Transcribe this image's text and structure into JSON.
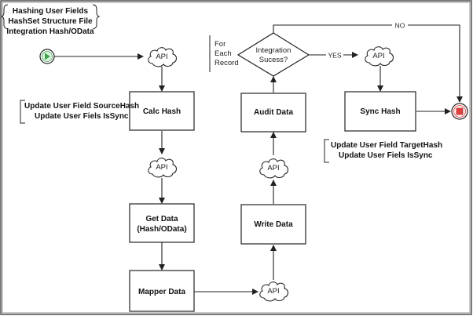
{
  "diagram": {
    "title_lines": [
      "Hashing User Fields",
      "HashSet Structure File",
      "Integration Hash/OData"
    ],
    "nodes": {
      "api_top": "API",
      "calc_hash": "Calc Hash",
      "api_after_calc": "API",
      "get_data": [
        "Get Data",
        "(Hash/OData)"
      ],
      "mapper_data": "Mapper Data",
      "api_after_mapper": "API",
      "write_data": "Write Data",
      "api_after_write": "API",
      "audit_data": "Audit Data",
      "decision": [
        "Integration",
        "Sucess?"
      ],
      "api_after_yes": "API",
      "sync_hash": "Sync Hash"
    },
    "annotations": {
      "for_each": [
        "For",
        "Each",
        "Record"
      ],
      "calc_note": [
        "Update User Field SourceHash",
        "Update User Fiels IsSync"
      ],
      "sync_note": [
        "Update User Field TargetHash",
        "Update User Fiels IsSync"
      ]
    },
    "edge_labels": {
      "yes": "YES",
      "no": "NO"
    },
    "colors": {
      "start": "#3fa34d",
      "end": "#e04040",
      "stroke": "#222222"
    }
  }
}
